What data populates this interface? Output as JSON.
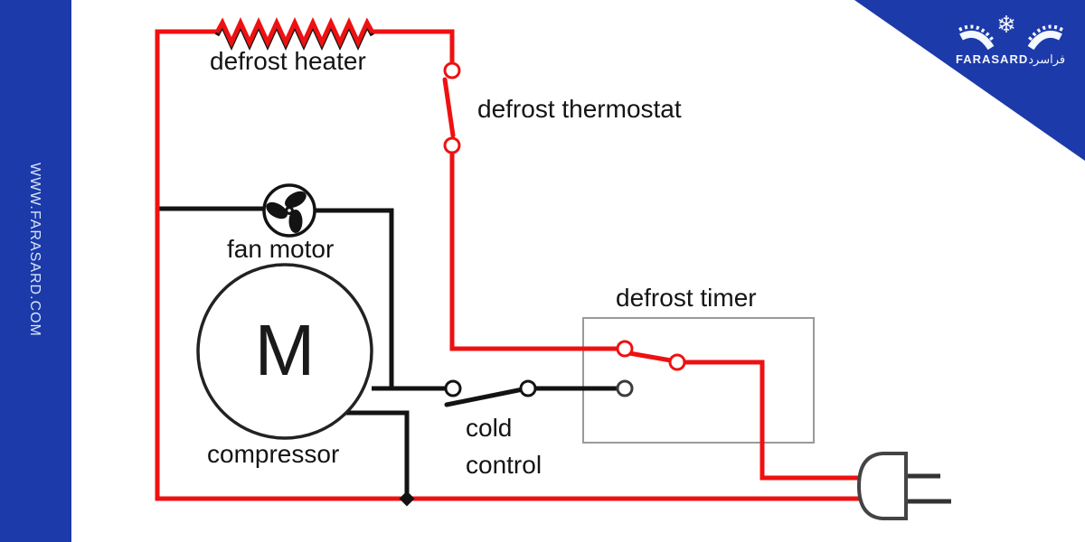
{
  "branding": {
    "sidebar_url": "WWW.FARASARD.COM",
    "logo_text": "FARASARD",
    "logo_text_arabic": "فراسرد",
    "snowflake_glyph": "❄",
    "brand_blue": "#1c3aa9"
  },
  "diagram": {
    "labels": {
      "defrost_heater": "defrost heater",
      "defrost_thermostat": "defrost thermostat",
      "fan_motor": "fan motor",
      "motor_symbol": "M",
      "compressor": "compressor",
      "cold_control_line1": "cold",
      "cold_control_line2": "control",
      "defrost_timer": "defrost timer"
    },
    "colors": {
      "live_wire_red": "#ee1111",
      "neutral_wire_black": "#131313",
      "timer_box_gray": "#9a9a9a"
    }
  }
}
